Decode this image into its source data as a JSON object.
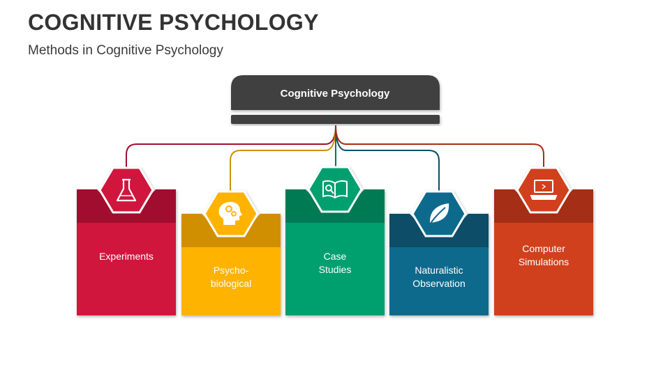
{
  "header": {
    "title": "COGNITIVE PSYCHOLOGY",
    "subtitle": "Methods in Cognitive Psychology"
  },
  "hub": {
    "label": "Cognitive Psychology",
    "color": "#404040"
  },
  "methods": [
    {
      "line1": "Experiments",
      "line2": "",
      "icon": "flask-icon",
      "color": "#d0163e",
      "dark": "#a0102e"
    },
    {
      "line1": "Psycho-",
      "line2": "biological",
      "icon": "head-gears-icon",
      "color": "#fdb300",
      "dark": "#d08f00"
    },
    {
      "line1": "Case",
      "line2": "Studies",
      "icon": "book-search-icon",
      "color": "#00a06e",
      "dark": "#007a52"
    },
    {
      "line1": "Naturalistic",
      "line2": "Observation",
      "icon": "leaf-icon",
      "color": "#0e6b8c",
      "dark": "#094e67"
    },
    {
      "line1": "Computer",
      "line2": "Simulations",
      "icon": "laptop-icon",
      "color": "#d1401d",
      "dark": "#a42d12"
    }
  ]
}
